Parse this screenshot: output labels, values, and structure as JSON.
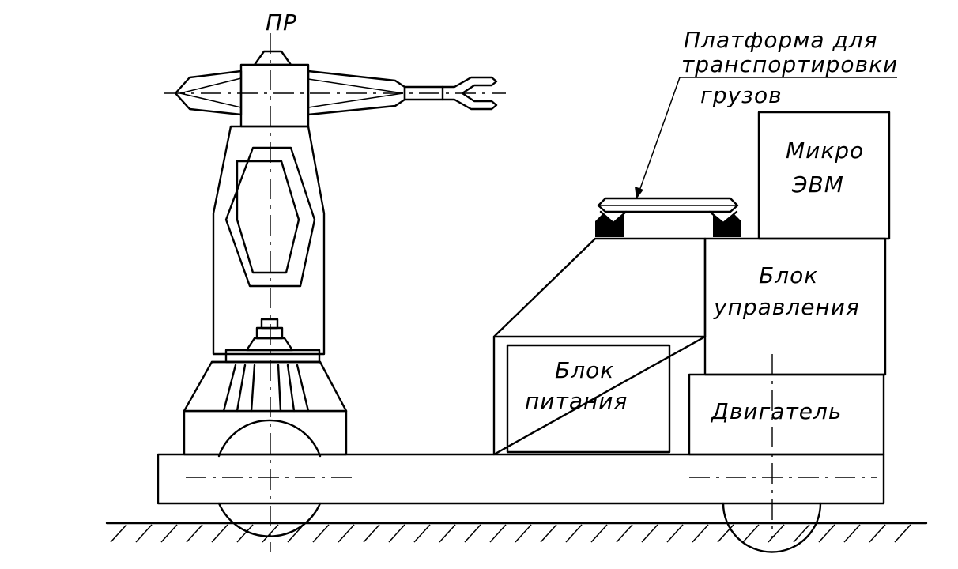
{
  "labels": {
    "robot": "ПР",
    "platform_line1": "Платформа для",
    "platform_line2": "транспортировки",
    "platform_line3": "грузов",
    "computer_line1": "Микро",
    "computer_line2": "ЭВМ",
    "control_line1": "Блок",
    "control_line2": "управления",
    "power_line1": "Блок",
    "power_line2": "питания",
    "motor": "Двигатель"
  },
  "colors": {
    "line": "#000000",
    "background": "#ffffff"
  }
}
